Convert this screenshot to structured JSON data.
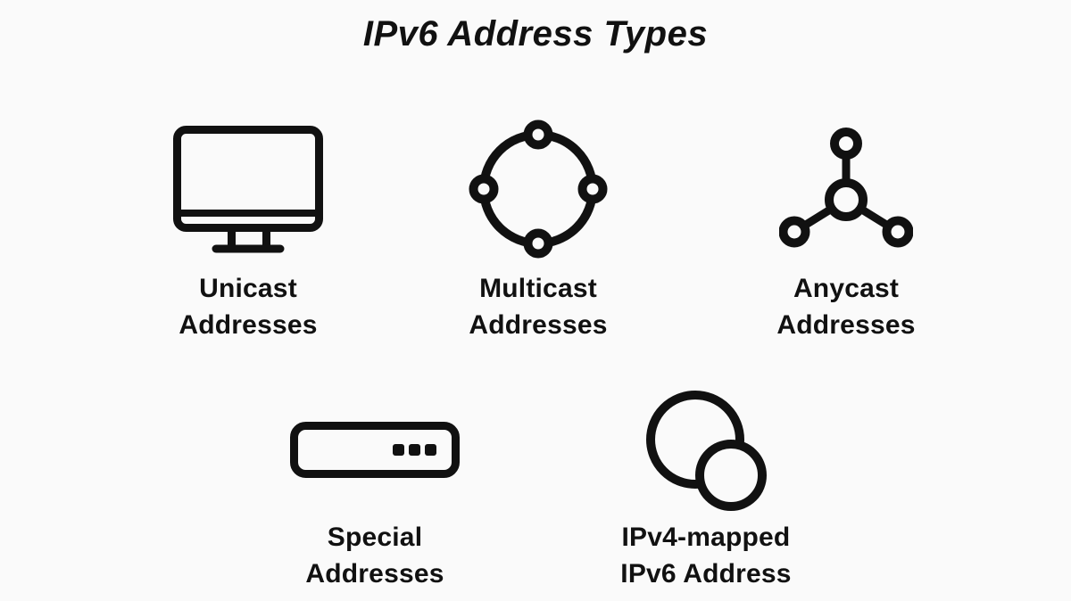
{
  "canvas": {
    "background": "#fafafa",
    "ink": "#111111"
  },
  "title": "IPv6 Address Types",
  "items": [
    {
      "id": "unicast",
      "icon": "monitor-icon",
      "lines": [
        "Unicast",
        "Addresses"
      ]
    },
    {
      "id": "multicast",
      "icon": "ring-of-nodes-icon",
      "lines": [
        "Multicast",
        "Addresses"
      ]
    },
    {
      "id": "anycast",
      "icon": "hub-and-spokes-icon",
      "lines": [
        "Anycast",
        "Addresses"
      ]
    },
    {
      "id": "special",
      "icon": "box-with-dots-icon",
      "lines": [
        "Special",
        "Addresses"
      ]
    },
    {
      "id": "ipv4-mapped",
      "icon": "overlapping-circles-icon",
      "lines": [
        "IPv4-mapped",
        "IPv6 Address"
      ]
    }
  ]
}
